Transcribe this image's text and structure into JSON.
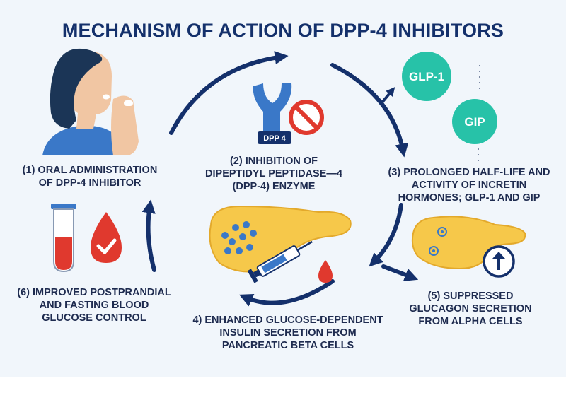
{
  "title": "MECHANISM OF ACTION OF DPP-4 INHIBITORS",
  "steps": [
    {
      "lines": [
        "(1) ORAL ADMINISTRATION",
        "OF DPP-4 INHIBITOR"
      ]
    },
    {
      "lines": [
        "(2) INHIBITION OF",
        "DIPEPTIDYL PEPTIDASE—4",
        "(DPP-4) ENZYME"
      ]
    },
    {
      "lines": [
        "(3) PROLONGED HALF-LIFE AND",
        "ACTIVITY OF INCRETIN",
        "HORMONES; GLP-1 AND GIP"
      ]
    },
    {
      "lines": [
        "4) ENHANCED GLUCOSE-DEPENDENT",
        "INSULIN SECRETION FROM",
        "PANCREATIC BETA CELLS"
      ]
    },
    {
      "lines": [
        "(5) SUPPRESSED",
        "GLUCAGON SECRETION",
        "FROM ALPHA CELLS"
      ]
    },
    {
      "lines": [
        "(6) IMPROVED POSTPRANDIAL",
        "AND FASTING BLOOD",
        "GLUCOSE CONTROL"
      ]
    }
  ],
  "enzyme_label": "DPP 4",
  "hormones": [
    "GLP-1",
    "GIP"
  ],
  "colors": {
    "navy": "#14306b",
    "teal": "#27c2a8",
    "blue": "#3a78c8",
    "red": "#e0392e",
    "pancreas": "#f6c84a"
  },
  "icons": [
    "woman-taking-pill-icon",
    "y-receptor-icon",
    "prohibition-icon",
    "blood-tube-icon",
    "blood-drop-check-icon",
    "pancreas-icon",
    "syringe-icon",
    "up-arrow-icon"
  ]
}
